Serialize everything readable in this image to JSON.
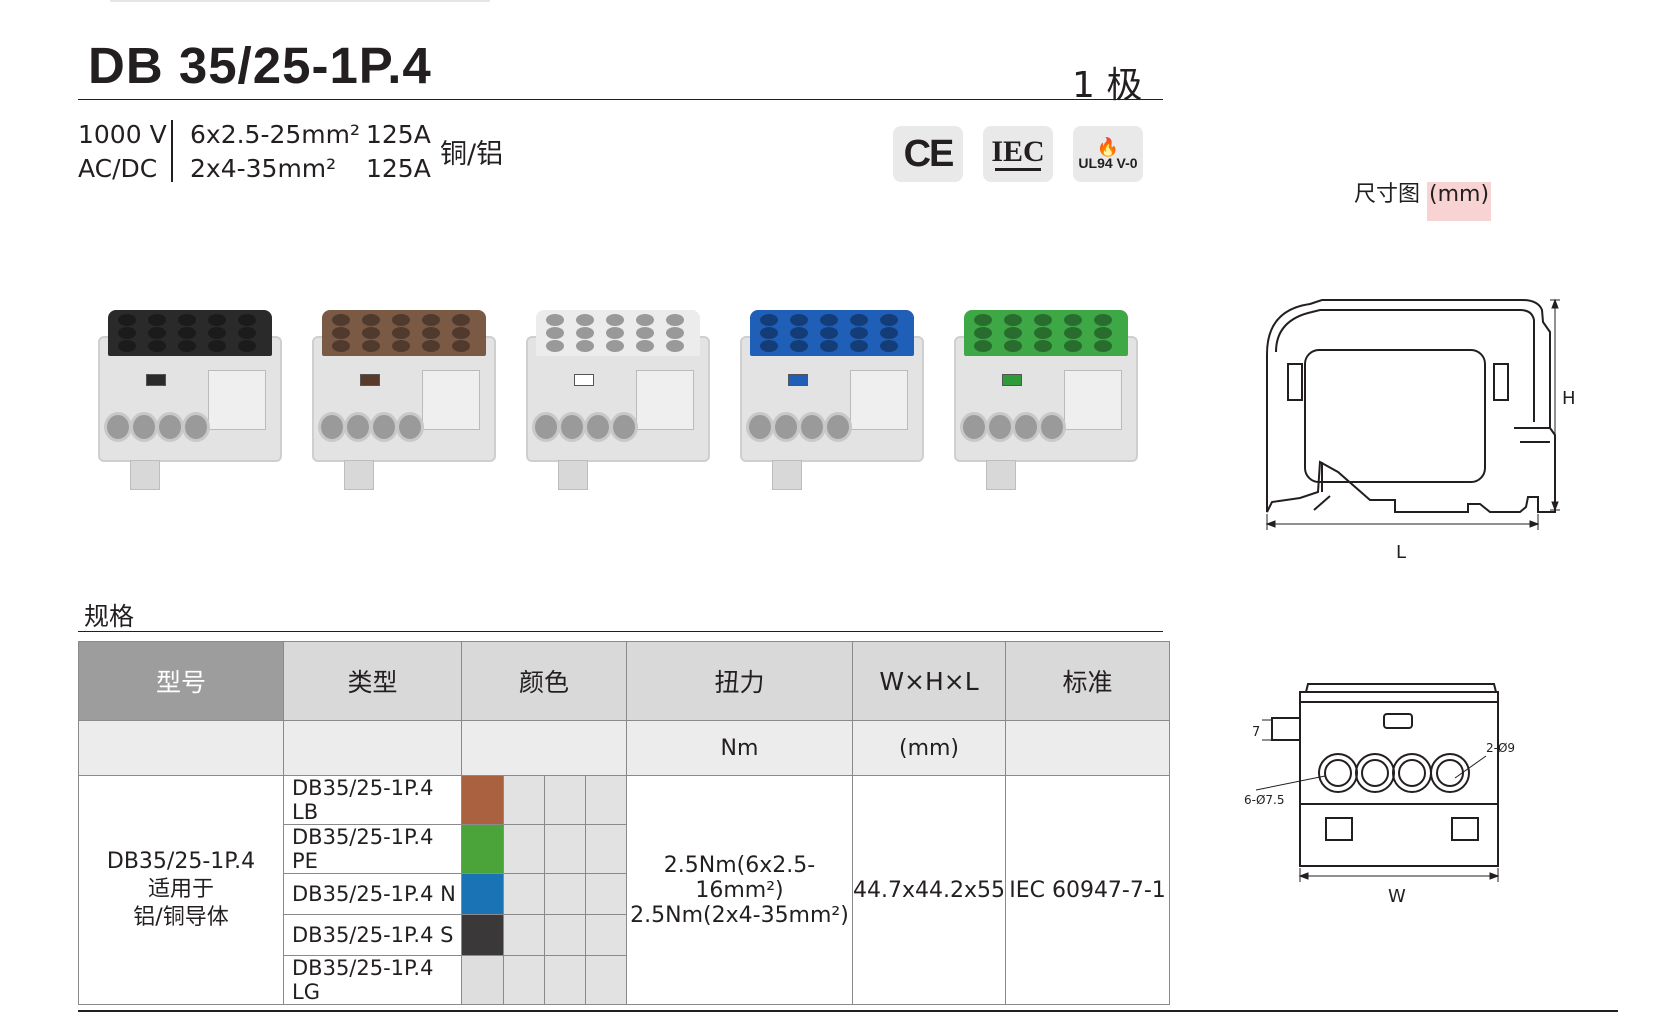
{
  "header": {
    "title": "DB 35/25-1P.4",
    "poles": "1 极"
  },
  "specs": {
    "voltage_line1": "1000 V",
    "voltage_line2": "AC/DC",
    "section_line1": "6x2.5-25mm²",
    "section_line2": "2x4-35mm²",
    "current_line1": "125A",
    "current_line2": "125A",
    "material": "铜/铝"
  },
  "certifications": [
    {
      "icon": "ce-mark-icon",
      "text": "CE"
    },
    {
      "icon": "iec-mark-icon",
      "text": "IEC"
    },
    {
      "icon": "ul94-v0-icon",
      "text": "UL94 V-0"
    }
  ],
  "dimensions": {
    "label": "尺寸图",
    "unit": "(mm)",
    "side_height": "H",
    "side_length": "L",
    "front_width": "W",
    "front_gap": "7",
    "hole_small": "6-Ø7.5",
    "hole_large": "2-Ø9"
  },
  "products": [
    {
      "color": "black",
      "cap_hex": "#2a2a2a",
      "window_hex": "#2b2b2b"
    },
    {
      "color": "brown",
      "cap_hex": "#7a5a45",
      "window_hex": "#5a3a2a"
    },
    {
      "color": "white",
      "cap_hex": "#ececec",
      "window_hex": "#ffffff"
    },
    {
      "color": "blue",
      "cap_hex": "#1f5fb8",
      "window_hex": "#1f5fb8"
    },
    {
      "color": "green",
      "cap_hex": "#3ea846",
      "window_hex": "#2e9a3a"
    }
  ],
  "section_title": "规格",
  "table": {
    "headers": [
      "型号",
      "类型",
      "颜色",
      "扭力",
      "W×H×L",
      "标准"
    ],
    "units": [
      "",
      "",
      "",
      "Nm",
      "(mm)",
      ""
    ],
    "model_line1": "DB35/25-1P.4",
    "model_line2": "适用于",
    "model_line3": "铝/铜导体",
    "rows": [
      {
        "type": "DB35/25-1P.4 LB",
        "swatch": "#a9613f"
      },
      {
        "type": "DB35/25-1P.4 PE",
        "swatch": "#4aa43a"
      },
      {
        "type": "DB35/25-1P.4 N",
        "swatch": "#1a73b5"
      },
      {
        "type": "DB35/25-1P.4 S",
        "swatch": "#3a3838"
      },
      {
        "type": "DB35/25-1P.4 LG",
        "swatch": "#dedede"
      }
    ],
    "torque_line1": "2.5Nm(6x2.5-16mm²)",
    "torque_line2": "2.5Nm(2x4-35mm²)",
    "size": "44.7x44.2x55",
    "standard": "IEC 60947-7-1"
  }
}
